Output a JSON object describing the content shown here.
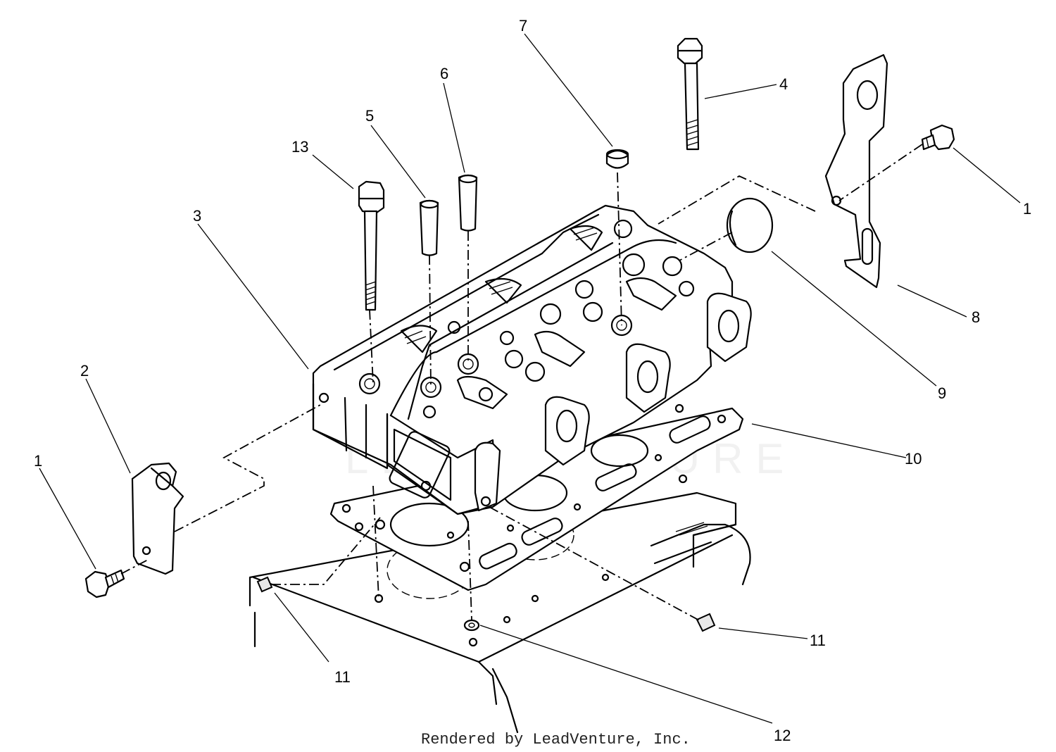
{
  "credit": "Rendered by LeadVenture, Inc.",
  "callouts": [
    {
      "id": "c1-left",
      "label": "1"
    },
    {
      "id": "c2",
      "label": "2"
    },
    {
      "id": "c3",
      "label": "3"
    },
    {
      "id": "c13",
      "label": "13"
    },
    {
      "id": "c5",
      "label": "5"
    },
    {
      "id": "c6",
      "label": "6"
    },
    {
      "id": "c7",
      "label": "7"
    },
    {
      "id": "c4",
      "label": "4"
    },
    {
      "id": "c1-right",
      "label": "1"
    },
    {
      "id": "c8",
      "label": "8"
    },
    {
      "id": "c9",
      "label": "9"
    },
    {
      "id": "c10",
      "label": "10"
    },
    {
      "id": "c11-right",
      "label": "11"
    },
    {
      "id": "c11-left",
      "label": "11"
    },
    {
      "id": "c12",
      "label": "12"
    }
  ]
}
